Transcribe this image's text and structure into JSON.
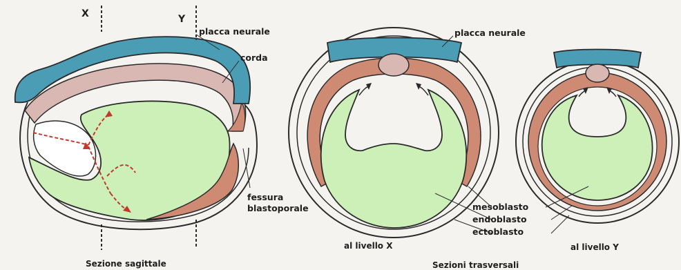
{
  "labels": {
    "x_marker": "X",
    "y_marker": "Y",
    "placca_neurale_1": "placca neurale",
    "corda": "corda",
    "fessura_line1": "fessura",
    "fessura_line2": "blastoporale",
    "placca_neurale_2": "placca neurale",
    "mesoblasto": "mesoblasto",
    "endoblasto": "endoblasto",
    "ectoblasto": "ectoblasto",
    "al_livello_x": "al livello X",
    "al_livello_y": "al livello Y",
    "sezione_sagittale": "Sezione sagittale",
    "sezioni_trasversali": "Sezioni trasversali"
  },
  "colors": {
    "neural_plate": "#4a9db5",
    "notochord": "#d9b8b4",
    "mesoderm": "#cf8a73",
    "endoderm": "#ccf0b8",
    "outline": "#2a2a2a",
    "arrow_red": "#c0392b"
  }
}
